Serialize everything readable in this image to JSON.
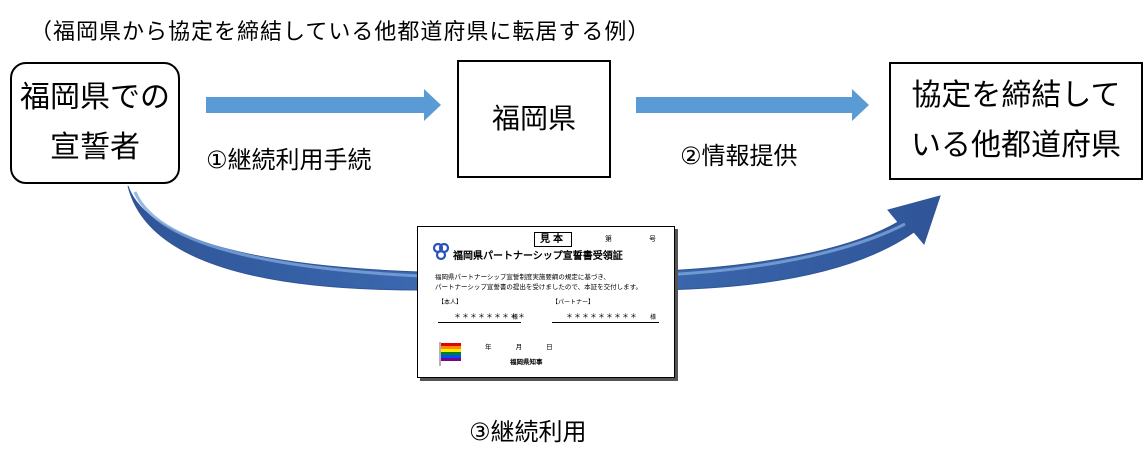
{
  "title": "（福岡県から協定を締結している他都道府県に転居する例）",
  "nodes": {
    "applicant": [
      "福岡県での",
      "宣誓者"
    ],
    "fukuoka": "福岡県",
    "other": [
      "協定を締結して",
      "いる他都道府県"
    ]
  },
  "labels": {
    "step1": "①継続利用手続",
    "step2": "②情報提供",
    "step3": "③継続利用"
  },
  "card": {
    "sample": "見本",
    "number_label": "第",
    "number_suffix": "号",
    "title": "福岡県パートナーシップ宣誓書受領証",
    "body_line1": "福岡県パートナーシップ宣誓制度実施要綱の規定に基づき、",
    "body_line2": "パートナーシップ宣誓書の提出を受けましたので、本証を交付します。",
    "self_label": "【本人】",
    "partner_label": "【パートナー】",
    "name_mask": "＊＊＊＊＊＊＊＊＊",
    "honorific": "様",
    "date": "年 月 日",
    "issuer": "福岡県知事"
  },
  "colors": {
    "arrow": "#5b9bd5",
    "curve_dark": "#2f5597",
    "curve_light": "#7ea6dc"
  }
}
